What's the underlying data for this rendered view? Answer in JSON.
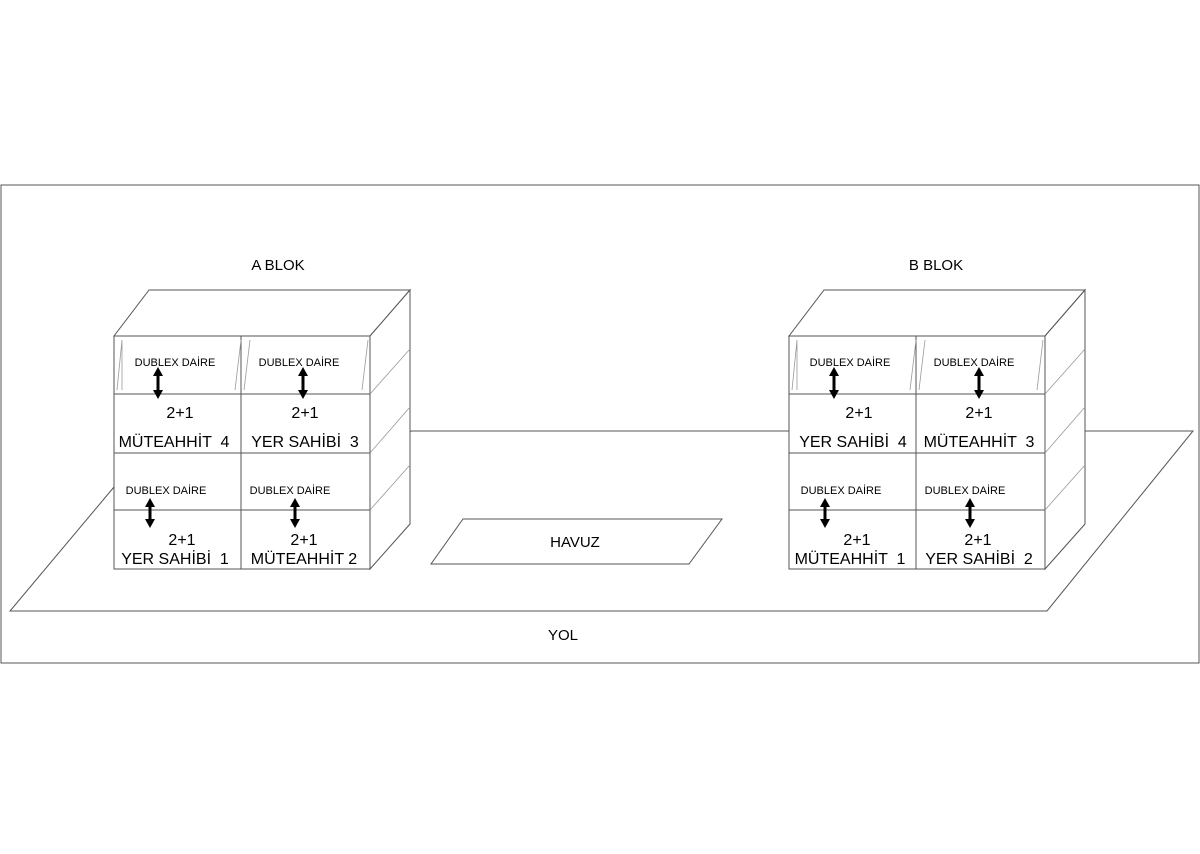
{
  "labels": {
    "block_a": "A BLOK",
    "block_b": "B BLOK",
    "pool": "HAVUZ",
    "road": "YOL"
  },
  "block_a": {
    "top_row": [
      {
        "dublex": "DUBLEX DAİRE",
        "rooms": "2+1",
        "owner": "MÜTEAHHİT  4"
      },
      {
        "dublex": "DUBLEX DAİRE",
        "rooms": "2+1",
        "owner": "YER SAHİBİ  3"
      }
    ],
    "bottom_row": [
      {
        "dublex": "DUBLEX DAİRE",
        "rooms": "2+1",
        "owner": "YER SAHİBİ  1"
      },
      {
        "dublex": "DUBLEX DAİRE",
        "rooms": "2+1",
        "owner": "MÜTEAHHİT 2"
      }
    ]
  },
  "block_b": {
    "top_row": [
      {
        "dublex": "DUBLEX DAİRE",
        "rooms": "2+1",
        "owner": "YER SAHİBİ  4"
      },
      {
        "dublex": "DUBLEX DAİRE",
        "rooms": "2+1",
        "owner": "MÜTEAHHİT  3"
      }
    ],
    "bottom_row": [
      {
        "dublex": "DUBLEX DAİRE",
        "rooms": "2+1",
        "owner": "MÜTEAHHİT  1"
      },
      {
        "dublex": "DUBLEX DAİRE",
        "rooms": "2+1",
        "owner": "YER SAHİBİ  2"
      }
    ]
  }
}
